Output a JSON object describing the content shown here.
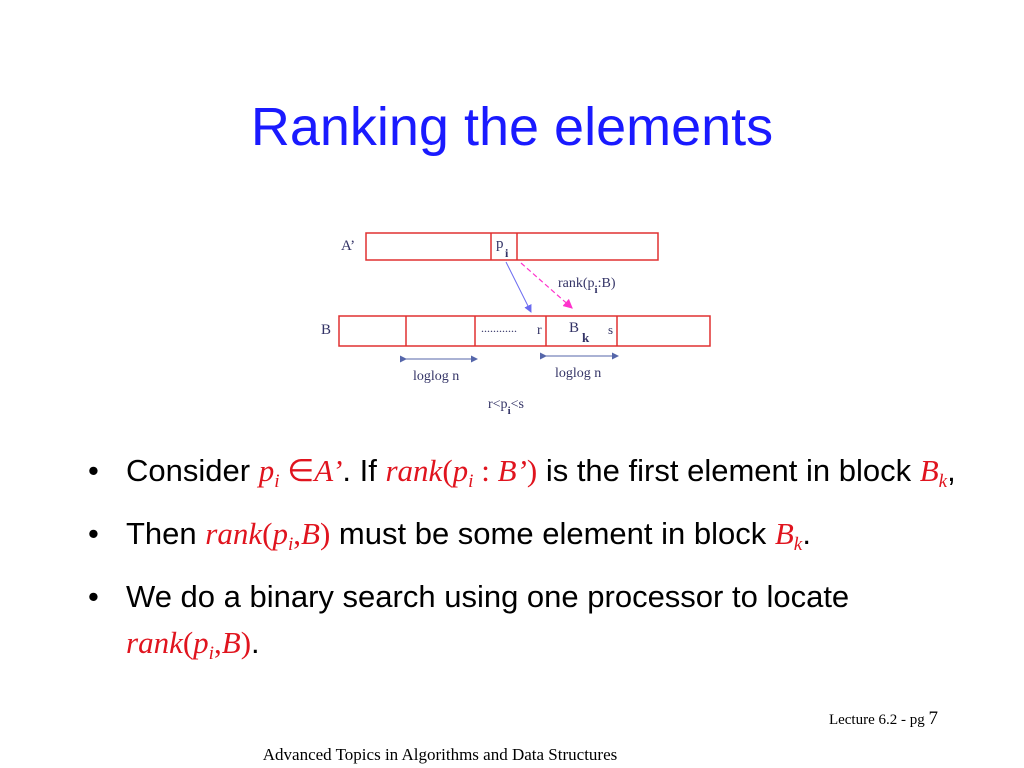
{
  "slide": {
    "title": "Ranking the elements"
  },
  "diagram": {
    "label_a": "A’",
    "label_p": "p",
    "label_i": "i",
    "label_rank": "rank(p",
    "label_rank_rest": ":B)",
    "label_b": "B",
    "label_dots": "............",
    "label_r": "r",
    "label_bk": "B",
    "label_k": "k",
    "label_s": "s",
    "label_loglog_left": "loglog n",
    "label_loglog_right": "loglog n",
    "label_r_lt": "r<p",
    "label_lt_s": "<s"
  },
  "bullets": {
    "b1": {
      "t1": "Consider ",
      "p": "p",
      "i": "i",
      "in": " ∈",
      "A": "A’",
      "t2": ". If ",
      "rank": "rank",
      "lp": "(",
      "p2": "p",
      "i2": "i",
      "colon": " : ",
      "B": "B’",
      "rp": ")",
      "t3": " is the first element in block ",
      "Bk": "B",
      "k": "k",
      "t4": ","
    },
    "b2": {
      "t1": "Then ",
      "rank": "rank",
      "lp": "(",
      "p": "p",
      "i": "i",
      "comma": ",",
      "B": "B",
      "rp": ")",
      "t2": " must be some element in block ",
      "Bk": "B",
      "k": "k",
      "t3": "."
    },
    "b3": {
      "t1": "We do a binary search using one processor to locate ",
      "rank": "rank",
      "lp": "(",
      "p": "p",
      "i": "i",
      "comma": ",",
      "B": "B",
      "rp": ")",
      "t2": "."
    }
  },
  "footer": {
    "lecture": "Lecture 6.2 - pg ",
    "page": "7",
    "course": "Advanced Topics in Algorithms and Data Structures"
  }
}
